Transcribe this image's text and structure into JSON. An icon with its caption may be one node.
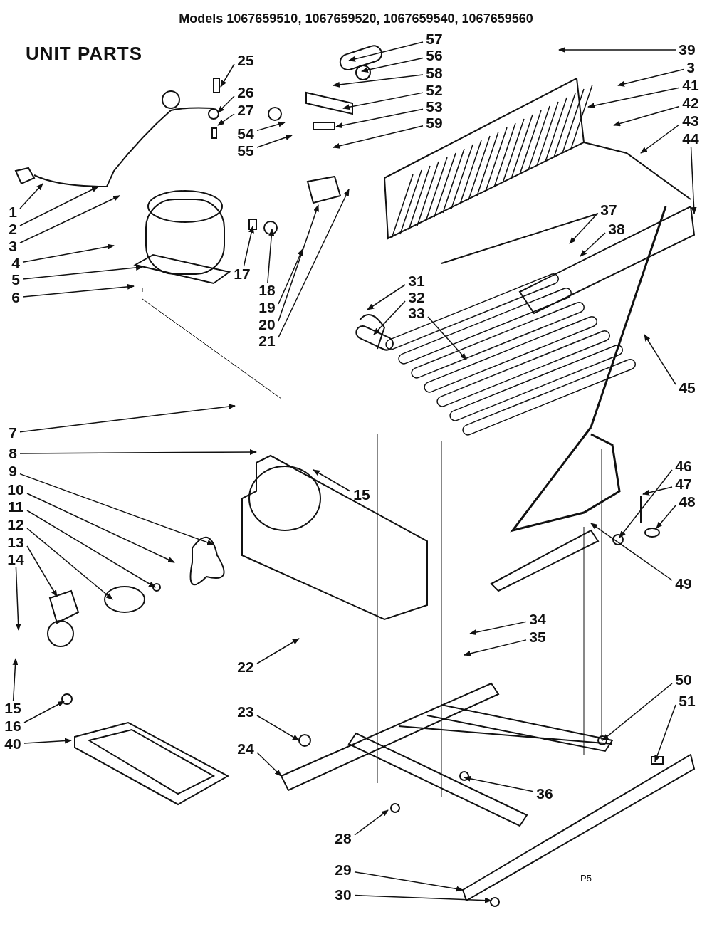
{
  "diagram": {
    "title": "UNIT PARTS",
    "nodes": [
      {
        "text": [
          "57"
        ]
      },
      {
        "text": [
          "39"
        ]
      },
      {
        "text": [
          "56"
        ]
      },
      {
        "text": [
          "25"
        ]
      },
      {
        "text": [
          "3"
        ]
      },
      {
        "text": [
          "58"
        ]
      },
      {
        "text": [
          "41"
        ]
      },
      {
        "text": [
          "52"
        ]
      },
      {
        "text": [
          "26"
        ]
      },
      {
        "text": [
          "42"
        ]
      },
      {
        "text": [
          "53"
        ]
      },
      {
        "text": [
          "27"
        ]
      },
      {
        "text": [
          "43"
        ]
      },
      {
        "text": [
          "59"
        ]
      },
      {
        "text": [
          "54"
        ]
      },
      {
        "text": [
          "44"
        ]
      },
      {
        "text": [
          "55"
        ]
      },
      {
        "text": [
          "1"
        ]
      },
      {
        "text": [
          "37"
        ]
      },
      {
        "text": [
          "2"
        ]
      },
      {
        "text": [
          "38"
        ]
      },
      {
        "text": [
          "3"
        ]
      },
      {
        "text": [
          "4"
        ]
      },
      {
        "text": [
          "17"
        ]
      },
      {
        "text": [
          "5"
        ]
      },
      {
        "text": [
          "18"
        ]
      },
      {
        "text": [
          "6"
        ]
      },
      {
        "text": [
          "19"
        ]
      },
      {
        "text": [
          "31"
        ]
      },
      {
        "text": [
          "32"
        ]
      },
      {
        "text": [
          "20"
        ]
      },
      {
        "text": [
          "33"
        ]
      },
      {
        "text": [
          "21"
        ]
      },
      {
        "text": [
          "45"
        ]
      },
      {
        "text": [
          "7"
        ]
      },
      {
        "text": [
          "8"
        ]
      },
      {
        "text": [
          "46"
        ]
      },
      {
        "text": [
          "9"
        ]
      },
      {
        "text": [
          "47"
        ]
      },
      {
        "text": [
          "10"
        ]
      },
      {
        "text": [
          "15"
        ]
      },
      {
        "text": [
          "48"
        ]
      },
      {
        "text": [
          "11"
        ]
      },
      {
        "text": [
          "12"
        ]
      },
      {
        "text": [
          "13"
        ]
      },
      {
        "text": [
          "14"
        ]
      },
      {
        "text": [
          "49"
        ]
      },
      {
        "text": [
          "34"
        ]
      },
      {
        "text": [
          "35"
        ]
      },
      {
        "text": [
          "22"
        ]
      },
      {
        "text": [
          "50"
        ]
      },
      {
        "text": [
          "51"
        ]
      },
      {
        "text": [
          "15"
        ]
      },
      {
        "text": [
          "23"
        ]
      },
      {
        "text": [
          "16"
        ]
      },
      {
        "text": [
          "40"
        ]
      },
      {
        "text": [
          "24"
        ]
      },
      {
        "text": [
          "36"
        ]
      },
      {
        "text": [
          "28"
        ]
      },
      {
        "text": [
          "29"
        ]
      },
      {
        "text": [
          "30"
        ]
      }
    ],
    "edges": [
      {
        "from": 0,
        "to": null,
        "arrow": "to"
      },
      {
        "from": 1,
        "to": null,
        "arrow": "to"
      },
      {
        "from": 2,
        "to": null,
        "arrow": "to"
      },
      {
        "from": 3,
        "to": null,
        "arrow": "to"
      },
      {
        "from": 4,
        "to": null,
        "arrow": "to"
      },
      {
        "from": 5,
        "to": null,
        "arrow": "to"
      },
      {
        "from": 6,
        "to": null,
        "arrow": "to"
      },
      {
        "from": 7,
        "to": null,
        "arrow": "to"
      },
      {
        "from": 8,
        "to": null,
        "arrow": "to"
      },
      {
        "from": 9,
        "to": null,
        "arrow": "to"
      },
      {
        "from": 10,
        "to": null,
        "arrow": "to"
      },
      {
        "from": 11,
        "to": null,
        "arrow": "to"
      },
      {
        "from": 12,
        "to": null,
        "arrow": "to"
      },
      {
        "from": 13,
        "to": null,
        "arrow": "to"
      },
      {
        "from": 14,
        "to": null,
        "arrow": "to"
      },
      {
        "from": 15,
        "to": null,
        "arrow": "to"
      },
      {
        "from": 16,
        "to": null,
        "arrow": "to"
      },
      {
        "from": 17,
        "to": null,
        "arrow": "to"
      },
      {
        "from": 18,
        "to": null,
        "arrow": "to"
      },
      {
        "from": 19,
        "to": null,
        "arrow": "to"
      },
      {
        "from": 20,
        "to": null,
        "arrow": "to"
      },
      {
        "from": 21,
        "to": null,
        "arrow": "to"
      },
      {
        "from": 22,
        "to": null,
        "arrow": "to"
      },
      {
        "from": 23,
        "to": null,
        "arrow": "to"
      },
      {
        "from": 24,
        "to": null,
        "arrow": "to"
      },
      {
        "from": 25,
        "to": null,
        "arrow": "to"
      },
      {
        "from": 26,
        "to": null,
        "arrow": "to"
      },
      {
        "from": 27,
        "to": null,
        "arrow": "to"
      },
      {
        "from": 28,
        "to": null,
        "arrow": "to"
      },
      {
        "from": 29,
        "to": null,
        "arrow": "to"
      },
      {
        "from": 30,
        "to": null,
        "arrow": "to"
      },
      {
        "from": 31,
        "to": null,
        "arrow": "to"
      },
      {
        "from": 32,
        "to": null,
        "arrow": "to"
      },
      {
        "from": 33,
        "to": null,
        "arrow": "to"
      },
      {
        "from": 34,
        "to": null,
        "arrow": "to"
      },
      {
        "from": 35,
        "to": null,
        "arrow": "to"
      },
      {
        "from": 36,
        "to": null,
        "arrow": "to"
      },
      {
        "from": 37,
        "to": null,
        "arrow": "to"
      },
      {
        "from": 38,
        "to": null,
        "arrow": "to"
      },
      {
        "from": 39,
        "to": null,
        "arrow": "to"
      },
      {
        "from": 40,
        "to": null,
        "arrow": "to"
      },
      {
        "from": 41,
        "to": null,
        "arrow": "to"
      },
      {
        "from": 42,
        "to": null,
        "arrow": "to"
      },
      {
        "from": 43,
        "to": null,
        "arrow": "to"
      },
      {
        "from": 44,
        "to": null,
        "arrow": "to"
      },
      {
        "from": 45,
        "to": null,
        "arrow": "to"
      },
      {
        "from": 46,
        "to": null,
        "arrow": "to"
      },
      {
        "from": 47,
        "to": null,
        "arrow": "to"
      },
      {
        "from": 48,
        "to": null,
        "arrow": "to"
      },
      {
        "from": 49,
        "to": null,
        "arrow": "to"
      },
      {
        "from": 50,
        "to": null,
        "arrow": "to"
      },
      {
        "from": 51,
        "to": null,
        "arrow": "to"
      },
      {
        "from": 52,
        "to": null,
        "arrow": "to"
      },
      {
        "from": 53,
        "to": null,
        "arrow": "to"
      },
      {
        "from": 54,
        "to": null,
        "arrow": "to"
      },
      {
        "from": 55,
        "to": null,
        "arrow": "to"
      },
      {
        "from": 56,
        "to": null,
        "arrow": "to"
      },
      {
        "from": 57,
        "to": null,
        "arrow": "to"
      },
      {
        "from": 58,
        "to": null,
        "arrow": "to"
      },
      {
        "from": 59,
        "to": null,
        "arrow": "to"
      },
      {
        "from": 60,
        "to": null,
        "arrow": "to"
      }
    ],
    "labels": [
      "Models 1067659510, 1067659520, 1067659540, 1067659560",
      "P5"
    ]
  }
}
